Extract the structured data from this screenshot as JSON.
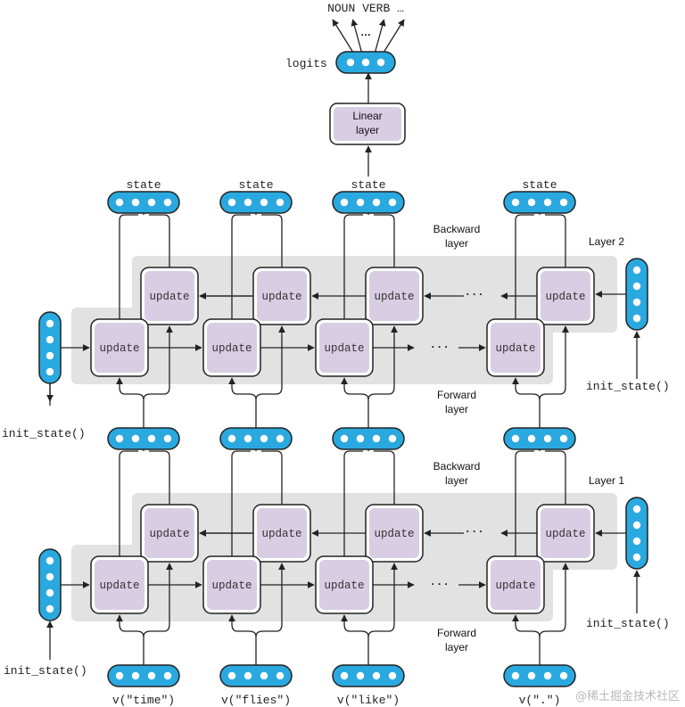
{
  "top_labels": "NOUN VERB …",
  "ellipsis": "…",
  "logits_label": "logits",
  "linear_layer": [
    "Linear",
    "layer"
  ],
  "state_label": "state",
  "update_label": "update",
  "init_state_label": "init_state()",
  "dots": "· · ·",
  "layer2": {
    "name": "Layer 2",
    "backward": [
      "Backward",
      "layer"
    ],
    "forward": [
      "Forward",
      "layer"
    ]
  },
  "layer1": {
    "name": "Layer 1",
    "backward": [
      "Backward",
      "layer"
    ],
    "forward": [
      "Forward",
      "layer"
    ]
  },
  "inputs": [
    "v(\"time\")",
    "v(\"flies\")",
    "v(\"like\")",
    "v(\".\")"
  ],
  "watermark": "@稀土掘金技术社区",
  "colors": {
    "vector_fill": "#29a9e0",
    "node_fill": "#d9cde3",
    "panel_fill": "#e2e2e2",
    "stroke": "#222222"
  }
}
